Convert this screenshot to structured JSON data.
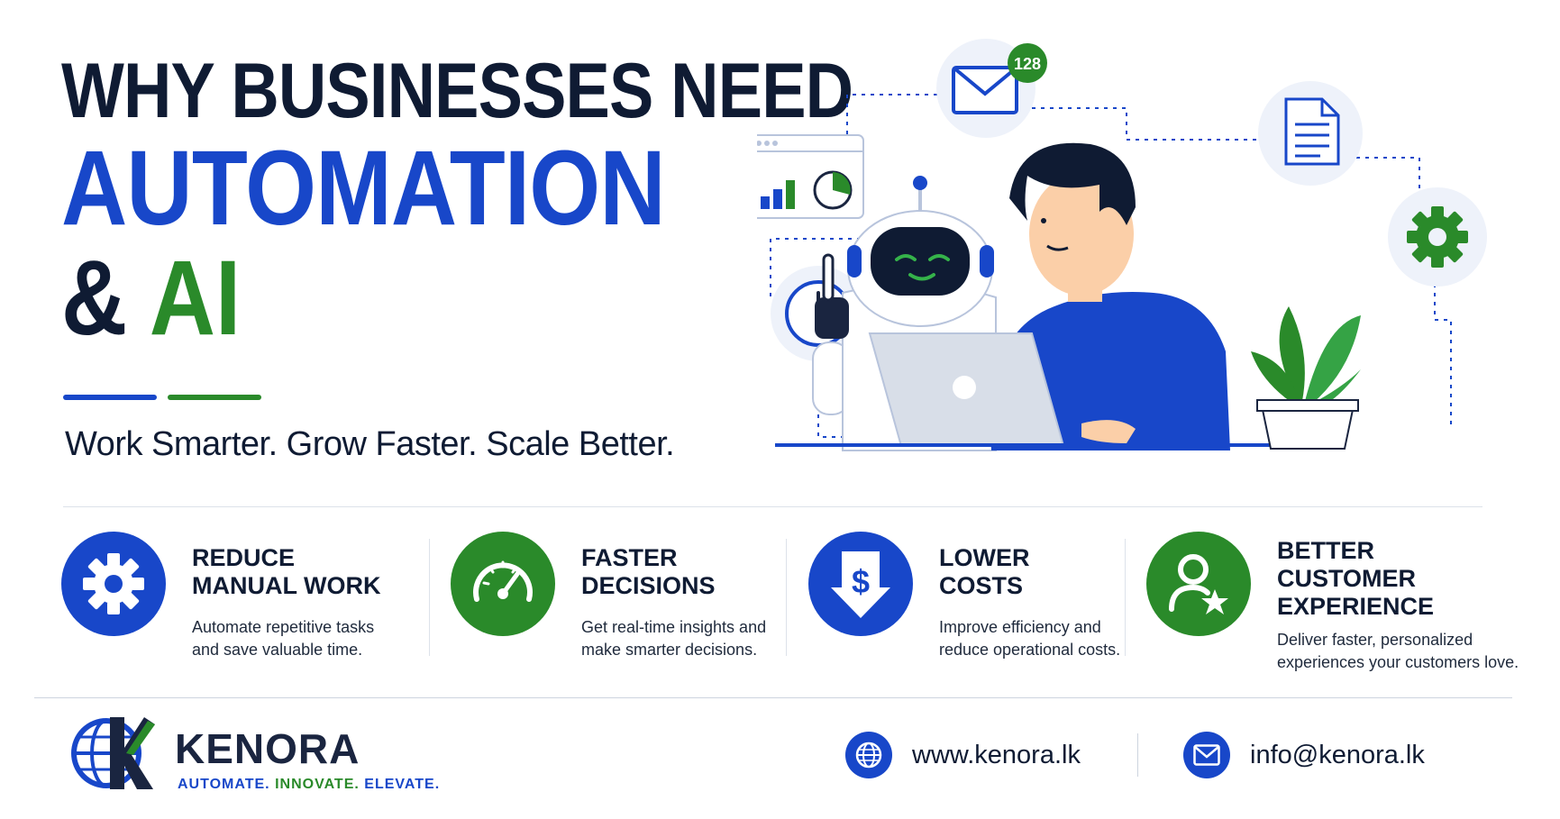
{
  "headline": {
    "line1": "WHY BUSINESSES NEED",
    "line2": "AUTOMATION",
    "line3_amp": "&",
    "line3_ai": "AI"
  },
  "tagline": "Work Smarter. Grow Faster. Scale Better.",
  "illustration": {
    "email_badge": "128",
    "icons": [
      "envelope-icon",
      "document-icon",
      "gear-icon",
      "clock-icon",
      "dashboard-icon",
      "robot-icon",
      "person-icon",
      "laptop-icon",
      "plant-icon"
    ]
  },
  "benefits": [
    {
      "title_1": "REDUCE",
      "title_2": "MANUAL WORK",
      "desc_1": "Automate repetitive tasks",
      "desc_2": "and save valuable time.",
      "icon": "gear-icon",
      "color": "#1847c9"
    },
    {
      "title_1": "FASTER",
      "title_2": "DECISIONS",
      "desc_1": "Get real-time insights and",
      "desc_2": "make smarter decisions.",
      "icon": "speedometer-icon",
      "color": "#2a8a2a"
    },
    {
      "title_1": "LOWER",
      "title_2": "COSTS",
      "desc_1": "Improve efficiency and",
      "desc_2": "reduce operational costs.",
      "icon": "dollar-down-icon",
      "color": "#1847c9"
    },
    {
      "title_1": "BETTER",
      "title_2": "CUSTOMER",
      "title_3": "EXPERIENCE",
      "desc_1": "Deliver faster, personalized",
      "desc_2": "experiences your customers love.",
      "icon": "customer-star-icon",
      "color": "#2a8a2a"
    }
  ],
  "footer": {
    "brand": "KENORA",
    "tag_1": "AUTOMATE.",
    "tag_2": "INNOVATE.",
    "tag_3": "ELEVATE.",
    "website": "www.kenora.lk",
    "email": "info@kenora.lk"
  },
  "colors": {
    "navy": "#0f1b33",
    "blue": "#1847c9",
    "green": "#2a8a2a"
  }
}
